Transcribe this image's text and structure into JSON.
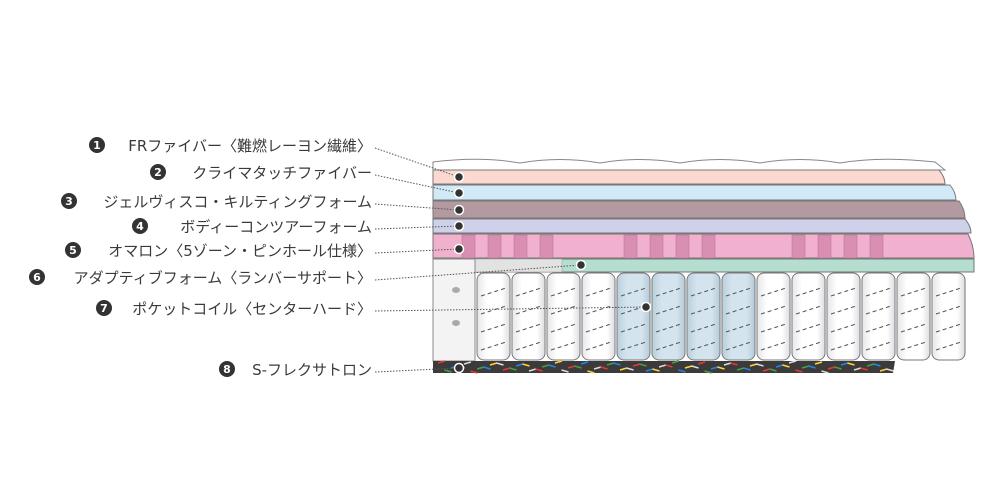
{
  "title": "Mattress layer structure",
  "colors": {
    "cover": "#ffffff",
    "fr_fiber": "#fbd9d0",
    "climatouch": "#d2eaf8",
    "gel_visco": "#b39aa0",
    "body_contour": "#cfd0ea",
    "omalon": "#f2b0cf",
    "pinhole": "#d98fb2",
    "adaptive": "#b5ddd0",
    "coil_center": "#cfe0ea",
    "coil": "#ffffff",
    "base": "#3d3a3b"
  },
  "labels": [
    {
      "num": "1",
      "text": "FRファイバー〈難燃レーヨン繊維〉"
    },
    {
      "num": "2",
      "text": "クライマタッチファイバー"
    },
    {
      "num": "3",
      "text": "ジェルヴィスコ・キルティングフォーム"
    },
    {
      "num": "4",
      "text": "ボディーコンツアーフォーム"
    },
    {
      "num": "5",
      "text": "オマロン〈5ゾーン・ピンホール仕様〉"
    },
    {
      "num": "6",
      "text": "アダプティブフォーム〈ランバーサポート〉"
    },
    {
      "num": "7",
      "text": "ポケットコイル〈センターハード〉"
    },
    {
      "num": "8",
      "text": "S-フレクサトロン"
    }
  ]
}
